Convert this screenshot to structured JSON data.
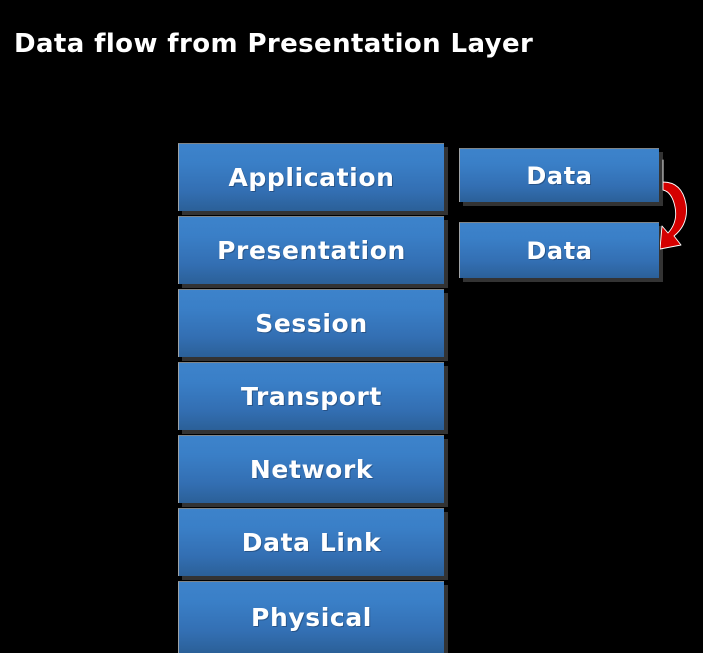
{
  "diagram": {
    "title": "Data flow from Presentation Layer",
    "background_color": "#000000",
    "box_color_top": "#3d83cb",
    "box_color_bottom": "#2b6098",
    "box_shadow_color": "#333333",
    "label_color": "#ffffff",
    "arrow_color": "#d40000",
    "osi_layers": [
      {
        "label": "Application"
      },
      {
        "label": "Presentation"
      },
      {
        "label": "Session"
      },
      {
        "label": "Transport"
      },
      {
        "label": "Network"
      },
      {
        "label": "Data Link"
      },
      {
        "label": "Physical"
      }
    ],
    "packets": [
      {
        "label": "Data"
      },
      {
        "label": "Data"
      }
    ],
    "arrow": {
      "name": "curved-down-arrow",
      "color": "#d40000",
      "direction": "from-application-packet-down-to-presentation-packet"
    }
  }
}
